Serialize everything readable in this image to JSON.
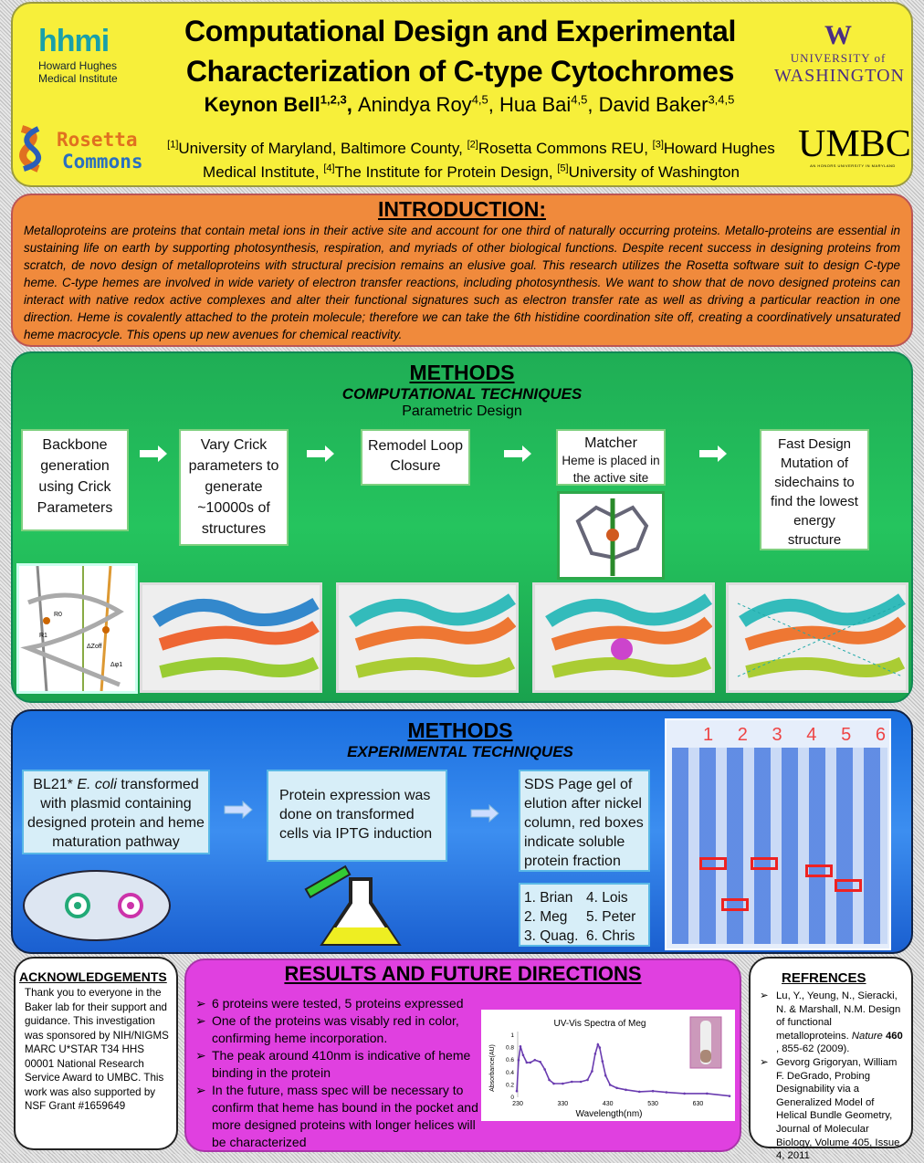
{
  "header": {
    "title_line1": "Computational Design and Experimental",
    "title_line2": "Characterization of C-type Cytochromes",
    "authors": [
      {
        "name": "Keynon Bell",
        "sup": "1,2,3"
      },
      {
        "name": "Anindya Roy",
        "sup": "4,5"
      },
      {
        "name": "Hua Bai",
        "sup": "4,5"
      },
      {
        "name": "David Baker",
        "sup": "3,4,5"
      }
    ],
    "affiliations": [
      {
        "sup": "[1]",
        "text": "University of Maryland, Baltimore County, "
      },
      {
        "sup": "[2]",
        "text": "Rosetta Commons REU, "
      },
      {
        "sup": "[3]",
        "text": "Howard Hughes Medical Institute, "
      },
      {
        "sup": "[4]",
        "text": "The Institute for Protein Design, "
      },
      {
        "sup": "[5]",
        "text": "University of Washington"
      }
    ],
    "logos": {
      "hhmi": "hhmi",
      "hhmi_sub1": "Howard Hughes",
      "hhmi_sub2": "Medical Institute",
      "uw_w": "W",
      "uw1": "UNIVERSITY of",
      "uw2": "WASHINGTON",
      "rosetta1": "Rosetta",
      "rosetta2": "Commons",
      "umbc": "UMBC",
      "umbc_sub": "AN HONORS UNIVERSITY IN MARYLAND"
    }
  },
  "intro": {
    "title": "INTRODUCTION:",
    "text": "Metalloproteins are proteins that contain metal ions in their active site and account for one third of naturally occurring proteins. Metallo-proteins are essential in sustaining life on earth by supporting photosynthesis, respiration, and myriads of other biological functions. Despite recent success in designing proteins from scratch, de novo design of metalloproteins with structural precision remains an elusive goal. This research utilizes the Rosetta software suit to design C-type heme. C-type hemes are involved in wide variety of electron transfer reactions, including photosynthesis. We want to show that de novo designed proteins can interact with native redox active complexes and alter their functional signatures such as electron transfer rate as well as driving a particular reaction in one direction. Heme is covalently attached to the protein molecule; therefore we can take the 6th histidine coordination site off, creating a coordinatively unsaturated heme macrocycle. This opens up new avenues for chemical reactivity."
  },
  "methods_comp": {
    "title": "METHODS",
    "subtitle": "COMPUTATIONAL TECHNIQUES",
    "subsubtitle": "Parametric Design",
    "steps": [
      "Backbone generation using Crick Parameters",
      "Vary Crick parameters to generate ~10000s of structures",
      "Remodel Loop Closure",
      "Matcher",
      "Fast Design Mutation of sidechains to find the lowest energy structure"
    ],
    "matcher_sub": "Heme is placed in the active site",
    "diagram_labels": [
      "R0",
      "R1",
      "ΔZoff",
      "Δφ1"
    ]
  },
  "methods_exp": {
    "title": "METHODS",
    "subtitle": "EXPERIMENTAL TECHNIQUES",
    "step1_pre": "BL21* ",
    "step1_em": "E. coli",
    "step1_post": " transformed with plasmid containing designed protein and heme maturation pathway",
    "step2": "Protein expression was done on transformed cells via IPTG induction",
    "step3": "SDS Page gel of elution after nickel column, red boxes indicate soluble protein fraction",
    "lanes_legend": [
      "1. Brian",
      "2. Meg",
      "3. Quag.",
      "4. Lois",
      "5. Peter",
      "6. Chris"
    ],
    "gel_lanes": [
      "1",
      "2",
      "3",
      "4",
      "5",
      "6"
    ]
  },
  "ack": {
    "title": "ACKNOWLEDGEMENTS",
    "text": "Thank you to everyone in the Baker lab for their support and guidance. This investigation was sponsored by NIH/NIGMS MARC U*STAR T34 HHS 00001 National Research Service Award  to UMBC. This work was also supported by NSF Grant #1659649"
  },
  "results": {
    "title": "RESULTS AND FUTURE DIRECTIONS",
    "bullets": [
      "6 proteins were tested, 5 proteins expressed",
      "One of the proteins was visably red in color, confirming heme incorporation.",
      "The peak around 410nm is indicative of heme binding in the protein",
      "In the future, mass spec will be necessary to confirm that heme has bound in the pocket and more designed proteins with longer helices will be characterized"
    ]
  },
  "refs": {
    "title": "REFRENCES",
    "r1_pre": "Lu, Y., Yeung, N., Sieracki, N. & Marshall, N.M. Design of functional metalloproteins. ",
    "r1_journal": "Nature",
    "r1_vol": "460",
    "r1_post": " , 855-62 (2009).",
    "r2": "Gevorg Grigoryan, William F. DeGrado, Probing Designability via a Generalized Model of Helical Bundle Geometry, Journal of Molecular Biology, Volume 405, Issue 4, 2011"
  },
  "chart_data": {
    "type": "line",
    "title": "UV-Vis Spectra of Meg",
    "xlabel": "Wavelength(nm)",
    "ylabel": "Absorbance(AU)",
    "xlim": [
      230,
      700
    ],
    "ylim": [
      0,
      1
    ],
    "xticks": [
      230,
      330,
      430,
      530,
      630
    ],
    "yticks": [
      0,
      0.2,
      0.4,
      0.6,
      0.8,
      1
    ],
    "color": "#6a3cb0",
    "x": [
      228,
      232,
      236,
      242,
      250,
      258,
      268,
      280,
      290,
      300,
      310,
      330,
      350,
      370,
      385,
      395,
      402,
      408,
      412,
      418,
      425,
      435,
      450,
      470,
      500,
      530,
      560,
      600,
      650,
      700
    ],
    "y": [
      0.1,
      0.6,
      0.82,
      0.68,
      0.56,
      0.56,
      0.6,
      0.57,
      0.45,
      0.28,
      0.22,
      0.22,
      0.25,
      0.25,
      0.28,
      0.42,
      0.7,
      0.85,
      0.8,
      0.58,
      0.35,
      0.2,
      0.15,
      0.12,
      0.09,
      0.1,
      0.08,
      0.06,
      0.06,
      0.02
    ]
  }
}
